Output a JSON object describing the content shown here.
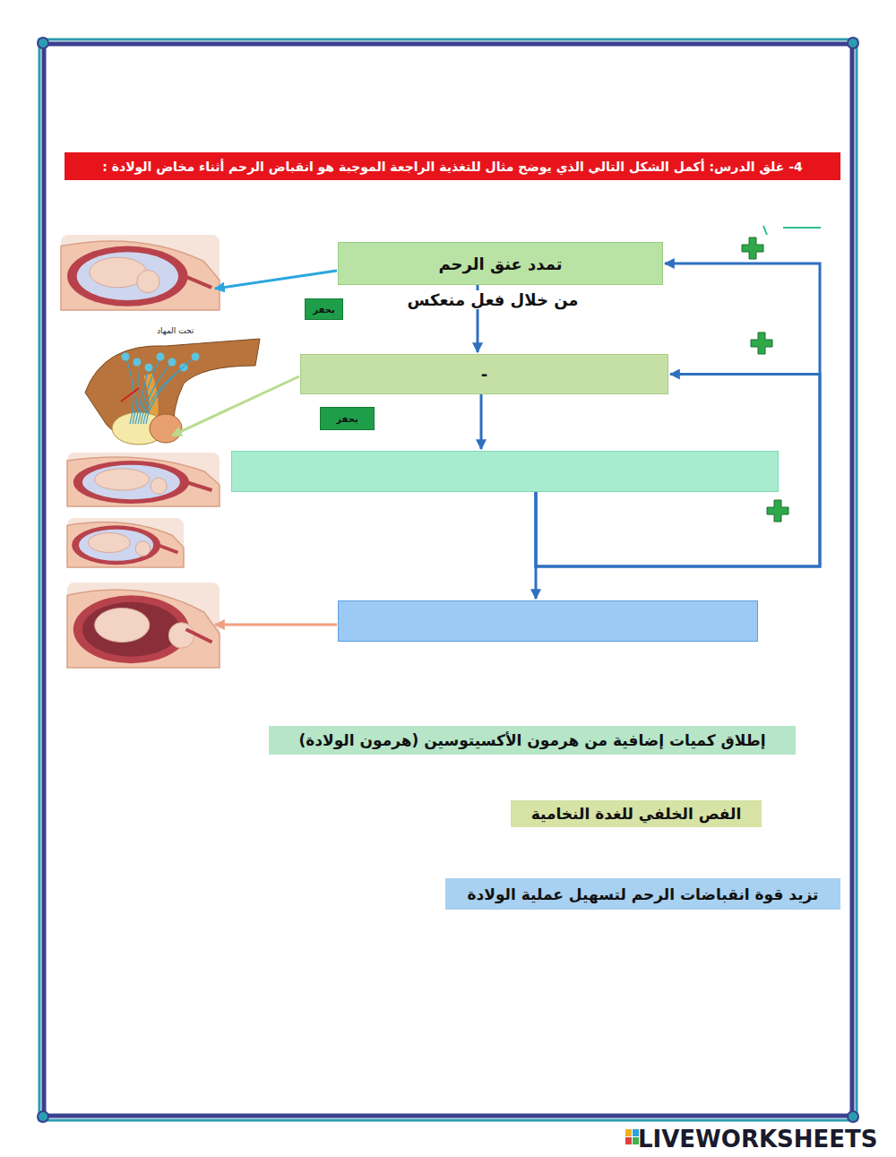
{
  "diagram": {
    "title": "4- غلق الدرس: أكمل الشكل التالي الذي يوضح مثال للتغذية الراجعة الموجبة هو انقباض الرحم أثناء مخاض الولادة :",
    "nodes": [
      {
        "text": [
          "تمدد عنق الرحم"
        ]
      },
      {
        "text": [
          "يحفز"
        ]
      },
      {
        "text": [
          "-"
        ]
      },
      {
        "text": [
          "يحفز"
        ]
      },
      {
        "text": []
      },
      {
        "text": []
      },
      {
        "text": [
          "إطلاق كميات إضافية من هرمون الأكسيتوسين (هرمون الولادة)"
        ]
      },
      {
        "text": [
          "الفص الخلفي للغدة النخامية"
        ]
      },
      {
        "text": [
          "تزيد قوة انقباضات الرحم لتسهيل عملية الولادة"
        ]
      }
    ],
    "edges": [
      {
        "from": 0,
        "to": 2,
        "arrow": "to",
        "label": "من خلال فعل منعكس"
      },
      {
        "from": 2,
        "to": 4,
        "arrow": "to"
      },
      {
        "from": 4,
        "to": 5,
        "arrow": "to"
      },
      {
        "from": 4,
        "to": 0,
        "arrow": "to"
      },
      {
        "from": 4,
        "to": 2,
        "arrow": "to"
      }
    ],
    "labels": [
      "تحت المهاد",
      "LIVEWORKSHEETS"
    ]
  }
}
